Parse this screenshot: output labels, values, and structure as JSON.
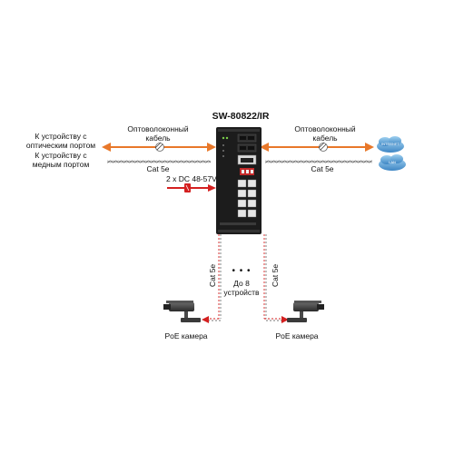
{
  "device": {
    "model": "SW-80822/IR"
  },
  "left": {
    "fiber_label": "Оптоволоконный\nкабель",
    "optical_device": "К устройству с\nоптическим портом",
    "copper_device": "К устройству с\nмедным портом",
    "cat_label": "Cat 5e",
    "power_label": "2 x DC 48-57V"
  },
  "right": {
    "fiber_label": "Оптоволоконный\nкабель",
    "cat_label": "Cat 5e",
    "cloud_top": "INTERNET",
    "cloud_bottom": "LAN"
  },
  "bottom": {
    "cat_left": "Cat 5e",
    "cat_right": "Cat 5e",
    "dots": "• • •",
    "count_label": "До 8\nустройств",
    "camera_left": "PoE камера",
    "camera_right": "PoE камера"
  },
  "colors": {
    "fiber": "#e8782a",
    "power": "#d42020",
    "switch": "#1c1c1c",
    "cloud": "#5aa4d8"
  }
}
